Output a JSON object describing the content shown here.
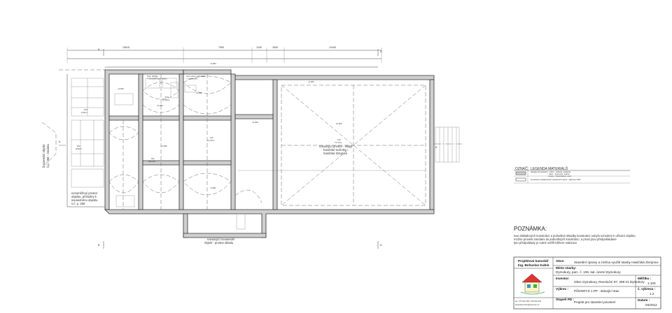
{
  "section_markers": {
    "left_top": "A",
    "left_bottom": "B",
    "right_left": "A'",
    "right_right": "A'"
  },
  "dimensions_top": [
    "13815",
    "7050",
    "1200",
    "1600",
    "12440"
  ],
  "elevation_marks": [
    "+0,000",
    "+0,000",
    "+0,050",
    "+0,000",
    "+0,000",
    "+0,050",
    "-0,050",
    "+0,000",
    "±0,000"
  ],
  "rooms": {
    "r1": {
      "label": "101",
      "area": "48,13m²"
    },
    "r2": {
      "label": "102",
      "area": "8,64m²"
    },
    "r3": {
      "label": "103",
      "area": "16,06m²"
    },
    "r4": {
      "label": "104",
      "area": "2,64m²"
    },
    "main_hall": {
      "number": "110",
      "area": "71,79m²",
      "name_line1": "navazující prostor - sklad",
      "name_line2": "hasičské techniky -",
      "name_line3": "hasičská zbrojnice"
    },
    "bottom_room": {
      "name_line1": "navazující souseední",
      "name_line2": "objekt - prostor skladu"
    },
    "left_room": {
      "name_line1": "nezaměřený prostor",
      "name_line2": "objektu, příslušný k",
      "name_line3": "sousednímu objektu",
      "name_line4": "s.č. p. 258"
    },
    "left_side_label": {
      "line1": "souseední objekt",
      "line2": "č.p. 258 - stodola"
    }
  },
  "notes": {
    "top_note1": "hydr. drželky",
    "top_note2": "+ schodiště podhledem",
    "top_note3": "nový vstup / schodiště",
    "top_note4": "+ podhledem"
  },
  "legend": {
    "col1": "OZNAČ.",
    "col2": "LEGENDA MATERIÁLŮ",
    "rows": [
      {
        "text1": "stávající konstrukce - zdivo - cihelné, smíšené",
        "text2": "- zdivo - betonové, zděné",
        "text3": "- stropy - železobeton, ocel"
      },
      {
        "text1": "konstrukce dodatečných stavebních úprav - sádrové zdivo",
        "text2": "",
        "text3": ""
      }
    ]
  },
  "poznamka": {
    "title": "POZNÁMKA:",
    "line1": "tvar základových konstrukcí a jednotlivé skladby konstrukcí nebylo schedem k užívání objektu",
    "line2": "možné provést sondami do jednotlivých konstrukcí, a proto jsou předpokládané",
    "line3": "tyto předpoklady je nutné ověřit během realizace"
  },
  "title_block": {
    "office_label": "Projektová kancelář",
    "office_name": "Ing. Bohuslav Kubín",
    "contact_phone": "tel. 775 241 366, 739 152 631",
    "contact_email": "bohuslav.kubin@seznam.cz",
    "akce_label": "Akce:",
    "akce_value": "Stavební úpravy a změna využití stavby Hasičská zbrojnice",
    "misto_label": "Místo stavby:",
    "misto_value": "Dymokury, parc. č. 106, kat. území Dymokury",
    "investor_label": "Investor:",
    "investor_value": "Obec Dymokury, Revoluční 97, 289 01 Dymokury",
    "vykres_label": "Výkres :",
    "vykres_value": "PŮDORYS 1.PP - stávající stav",
    "stupen_label": "Stupeň PD :",
    "stupen_value": "Projekt pro stavební povolení",
    "meritko_label": "Měřítko :",
    "meritko_value": "1:100",
    "cislo_label": "č. výkresu :",
    "cislo_value": "1.2",
    "datum_label": "Datum :",
    "datum_value": "03/2012"
  }
}
